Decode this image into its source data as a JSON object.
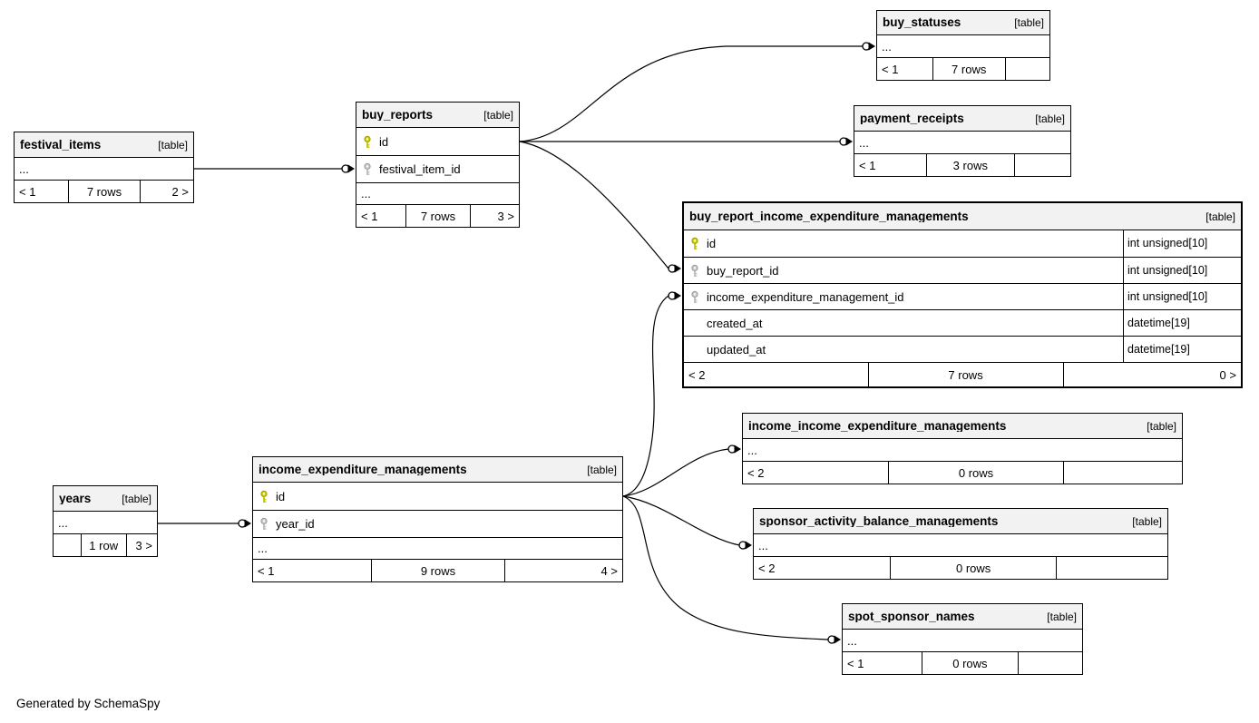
{
  "footer": {
    "note": "Generated by SchemaSpy"
  },
  "colors": {
    "primary_key": "#d0d000",
    "primary_key_stroke": "#9e9e00",
    "foreign_key": "#c9c9c9",
    "foreign_key_stroke": "#9a9a9a",
    "header_bg": "#f2f2f2",
    "border": "#000000",
    "background": "#ffffff"
  },
  "diagram": {
    "tables": [
      {
        "id": "buy_statuses",
        "name": "buy_statuses",
        "tag": "[table]",
        "rows": [
          {
            "kind": "ellipsis",
            "label": "..."
          }
        ],
        "footer": {
          "left": "< 1",
          "center": "7 rows",
          "right": ""
        }
      },
      {
        "id": "payment_receipts",
        "name": "payment_receipts",
        "tag": "[table]",
        "rows": [
          {
            "kind": "ellipsis",
            "label": "..."
          }
        ],
        "footer": {
          "left": "< 1",
          "center": "3 rows",
          "right": ""
        }
      },
      {
        "id": "buy_reports",
        "name": "buy_reports",
        "tag": "[table]",
        "rows": [
          {
            "kind": "column",
            "key": "pk",
            "name": "id",
            "type": ""
          },
          {
            "kind": "column",
            "key": "fk",
            "name": "festival_item_id",
            "type": ""
          },
          {
            "kind": "ellipsis",
            "label": "..."
          }
        ],
        "footer": {
          "left": "< 1",
          "center": "7 rows",
          "right": "3 >"
        }
      },
      {
        "id": "festival_items",
        "name": "festival_items",
        "tag": "[table]",
        "rows": [
          {
            "kind": "ellipsis",
            "label": "..."
          }
        ],
        "footer": {
          "left": "< 1",
          "center": "7 rows",
          "right": "2 >"
        }
      },
      {
        "id": "buy_report_income_expenditure_managements",
        "name": "buy_report_income_expenditure_managements",
        "tag": "[table]",
        "rows": [
          {
            "kind": "column",
            "key": "pk",
            "name": "id",
            "type": "int unsigned[10]"
          },
          {
            "kind": "column",
            "key": "fk",
            "name": "buy_report_id",
            "type": "int unsigned[10]"
          },
          {
            "kind": "column",
            "key": "fk",
            "name": "income_expenditure_management_id",
            "type": "int unsigned[10]"
          },
          {
            "kind": "column",
            "key": "",
            "name": "created_at",
            "type": "datetime[19]"
          },
          {
            "kind": "column",
            "key": "",
            "name": "updated_at",
            "type": "datetime[19]"
          }
        ],
        "footer": {
          "left": "< 2",
          "center": "7 rows",
          "right": "0 >"
        }
      },
      {
        "id": "income_income_expenditure_managements",
        "name": "income_income_expenditure_managements",
        "tag": "[table]",
        "rows": [
          {
            "kind": "ellipsis",
            "label": "..."
          }
        ],
        "footer": {
          "left": "< 2",
          "center": "0 rows",
          "right": ""
        }
      },
      {
        "id": "sponsor_activity_balance_managements",
        "name": "sponsor_activity_balance_managements",
        "tag": "[table]",
        "rows": [
          {
            "kind": "ellipsis",
            "label": "..."
          }
        ],
        "footer": {
          "left": "< 2",
          "center": "0 rows",
          "right": ""
        }
      },
      {
        "id": "income_expenditure_managements",
        "name": "income_expenditure_managements",
        "tag": "[table]",
        "rows": [
          {
            "kind": "column",
            "key": "pk",
            "name": "id",
            "type": ""
          },
          {
            "kind": "column",
            "key": "fk",
            "name": "year_id",
            "type": ""
          },
          {
            "kind": "ellipsis",
            "label": "..."
          }
        ],
        "footer": {
          "left": "< 1",
          "center": "9 rows",
          "right": "4 >"
        }
      },
      {
        "id": "years",
        "name": "years",
        "tag": "[table]",
        "rows": [
          {
            "kind": "ellipsis",
            "label": "..."
          }
        ],
        "footer": {
          "left": "",
          "center": "1 row",
          "right": "3 >"
        }
      },
      {
        "id": "spot_sponsor_names",
        "name": "spot_sponsor_names",
        "tag": "[table]",
        "rows": [
          {
            "kind": "ellipsis",
            "label": "..."
          }
        ],
        "footer": {
          "left": "< 1",
          "center": "0 rows",
          "right": ""
        }
      }
    ]
  }
}
